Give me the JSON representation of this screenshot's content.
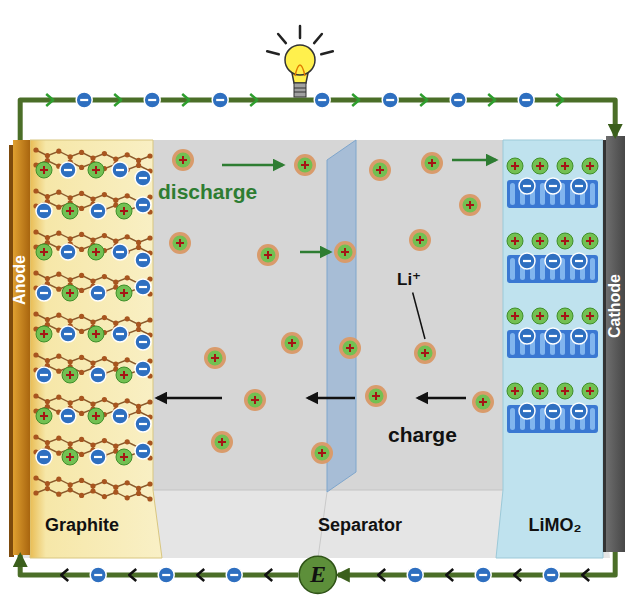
{
  "diagram": {
    "nodes": [
      {
        "text": [
          "Anode"
        ]
      },
      {
        "text": [
          "Graphite"
        ]
      },
      {
        "text": [
          "Separator"
        ]
      },
      {
        "text": [
          "LiMO₂"
        ]
      },
      {
        "text": [
          "Cathode"
        ]
      },
      {
        "text": [
          "E"
        ]
      }
    ],
    "edges": [
      {
        "from": 0,
        "to": 4,
        "arrow": "to"
      },
      {
        "from": 4,
        "to": 5,
        "arrow": "to"
      },
      {
        "from": 5,
        "to": 0,
        "arrow": "to"
      }
    ],
    "labels": [
      "discharge",
      "Li⁺",
      "charge"
    ]
  }
}
